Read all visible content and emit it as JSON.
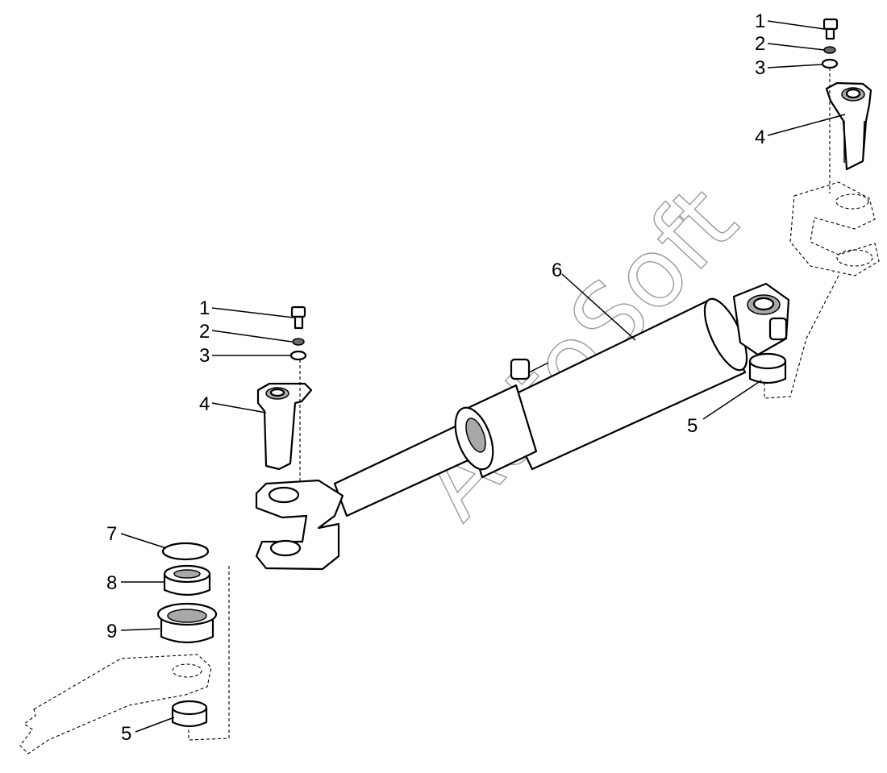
{
  "watermark": "AutoSoft",
  "callouts": {
    "right_1": "1",
    "right_2": "2",
    "right_3": "3",
    "right_4": "4",
    "right_5": "5",
    "center_6": "6",
    "left_1": "1",
    "left_2": "2",
    "left_3": "3",
    "left_4": "4",
    "lower_7": "7",
    "lower_8": "8",
    "lower_9": "9",
    "lower_5": "5"
  }
}
